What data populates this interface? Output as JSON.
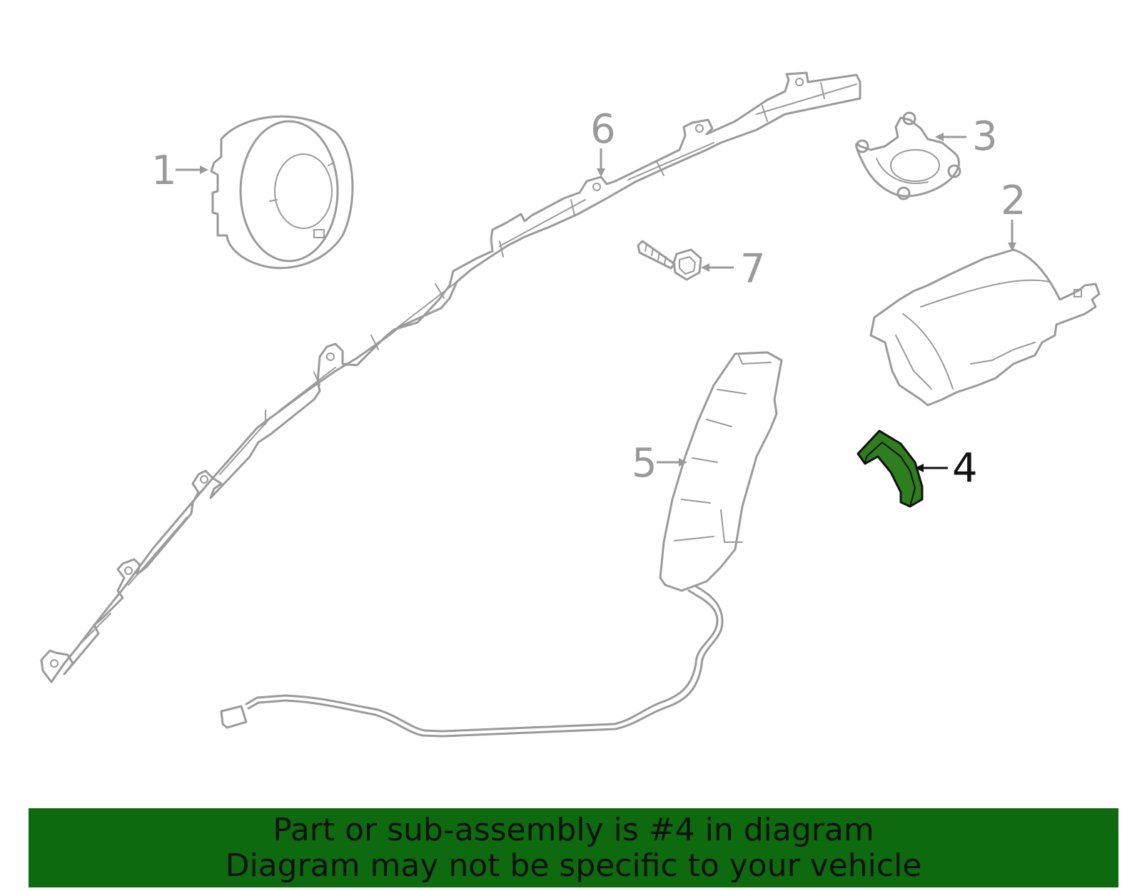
{
  "callouts": {
    "c1": "1",
    "c2": "2",
    "c3": "3",
    "c4": "4",
    "c5": "5",
    "c6": "6",
    "c7": "7"
  },
  "highlighted_part": "4",
  "colors": {
    "highlight": "#2e7d1f",
    "outline": "#9a9a9a",
    "banner": "#0e6a0e"
  },
  "banner": {
    "line1": "Part or sub-assembly is #4 in diagram",
    "line2": "Diagram may not be specific to your vehicle"
  }
}
